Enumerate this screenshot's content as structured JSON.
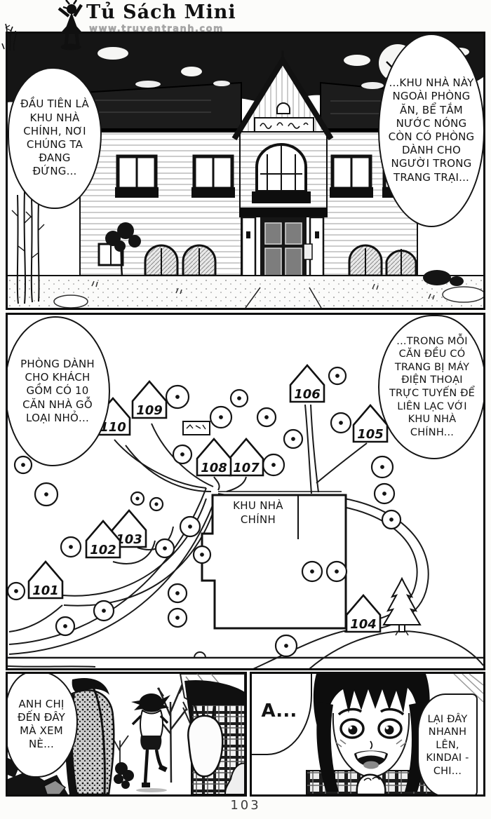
{
  "header": {
    "logo_title": "Tủ Sách Mini",
    "logo_url": "www.truyentranh.com"
  },
  "panel1": {
    "bubble_left": "ĐẦU TIÊN LÀ KHU NHÀ CHÍNH, NƠI CHÚNG TA ĐANG ĐỨNG...",
    "bubble_right": "...KHU NHÀ NÀY NGOÀI PHÒNG ĂN, BỂ TẮM NƯỚC NÓNG CÒN CÓ PHÒNG DÀNH CHO NGƯỜI TRONG TRANG TRẠI..."
  },
  "panel2": {
    "bubble_left": "PHÒNG DÀNH CHO KHÁCH GỒM CÓ 10 CĂN NHÀ GỖ LOẠI NHỎ...",
    "bubble_right": "...TRONG MỖI CĂN ĐỀU CÓ TRANG BỊ MÁY ĐIỆN THOẠI TRỰC TUYẾN ĐỂ LIÊN LẠC VỚI KHU NHÀ CHÍNH...",
    "building_label": "KHU NHÀ CHÍNH",
    "houses": [
      "101",
      "102",
      "103",
      "104",
      "105",
      "106",
      "107",
      "108",
      "109",
      "110"
    ]
  },
  "panel3": {
    "bubble": "ANH CHỊ ĐẾN ĐÂY MÀ XEM NÈ..."
  },
  "panel4": {
    "bubble_a": "A...",
    "bubble_right": "LẠI ĐÂY NHANH LÊN, KINDAI -CHI..."
  },
  "page": {
    "number": "103"
  }
}
